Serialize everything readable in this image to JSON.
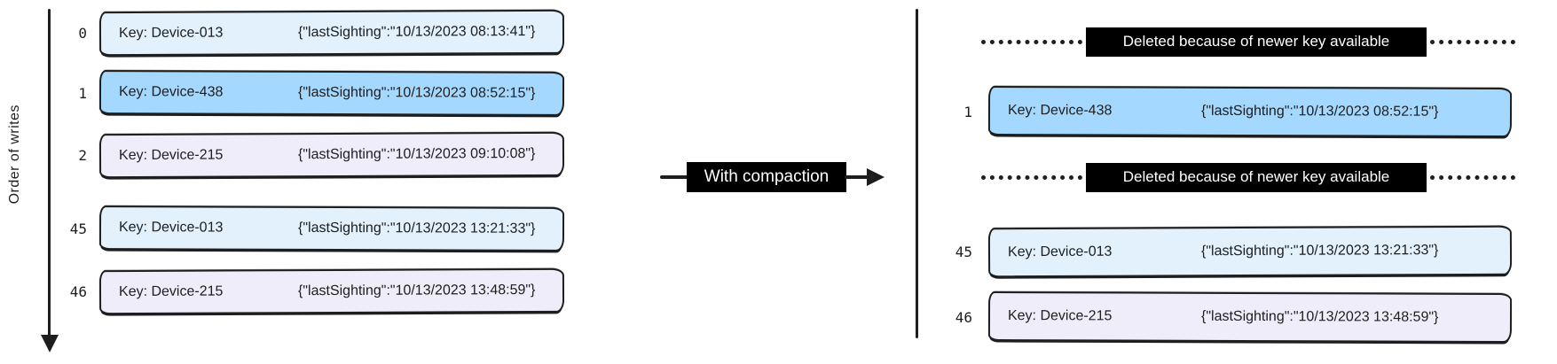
{
  "palette": {
    "ink": "#1e1e1e",
    "blue": "#a5d8ff",
    "light_blue": "#e2f1fc",
    "lavender": "#f0edfa",
    "deleted_bg": "#000000",
    "deleted_text": "#ffffff"
  },
  "axis": {
    "label": "Order of writes"
  },
  "compaction_arrow": {
    "label": "With compaction"
  },
  "left_log": {
    "rows": [
      {
        "index": "0",
        "key": "Key: Device-013",
        "value": "{\"lastSighting\":\"10/13/2023 08:13:41\"}",
        "color": "light_blue"
      },
      {
        "index": "1",
        "key": "Key: Device-438",
        "value": "{\"lastSighting\":\"10/13/2023 08:52:15\"}",
        "color": "blue"
      },
      {
        "index": "2",
        "key": "Key: Device-215",
        "value": "{\"lastSighting\":\"10/13/2023 09:10:08\"}",
        "color": "lavender"
      },
      {
        "index": "45",
        "key": "Key: Device-013",
        "value": "{\"lastSighting\":\"10/13/2023 13:21:33\"}",
        "color": "light_blue"
      },
      {
        "index": "46",
        "key": "Key: Device-215",
        "value": "{\"lastSighting\":\"10/13/2023 13:48:59\"}",
        "color": "lavender"
      }
    ]
  },
  "right_log": {
    "items": [
      {
        "type": "deleted",
        "label": "Deleted because of newer key available"
      },
      {
        "type": "record",
        "index": "1",
        "key": "Key: Device-438",
        "value": "{\"lastSighting\":\"10/13/2023 08:52:15\"}",
        "color": "blue"
      },
      {
        "type": "deleted",
        "label": "Deleted because of newer key available"
      },
      {
        "type": "record",
        "index": "45",
        "key": "Key: Device-013",
        "value": "{\"lastSighting\":\"10/13/2023 13:21:33\"}",
        "color": "light_blue"
      },
      {
        "type": "record",
        "index": "46",
        "key": "Key: Device-215",
        "value": "{\"lastSighting\":\"10/13/2023 13:48:59\"}",
        "color": "lavender"
      }
    ]
  }
}
